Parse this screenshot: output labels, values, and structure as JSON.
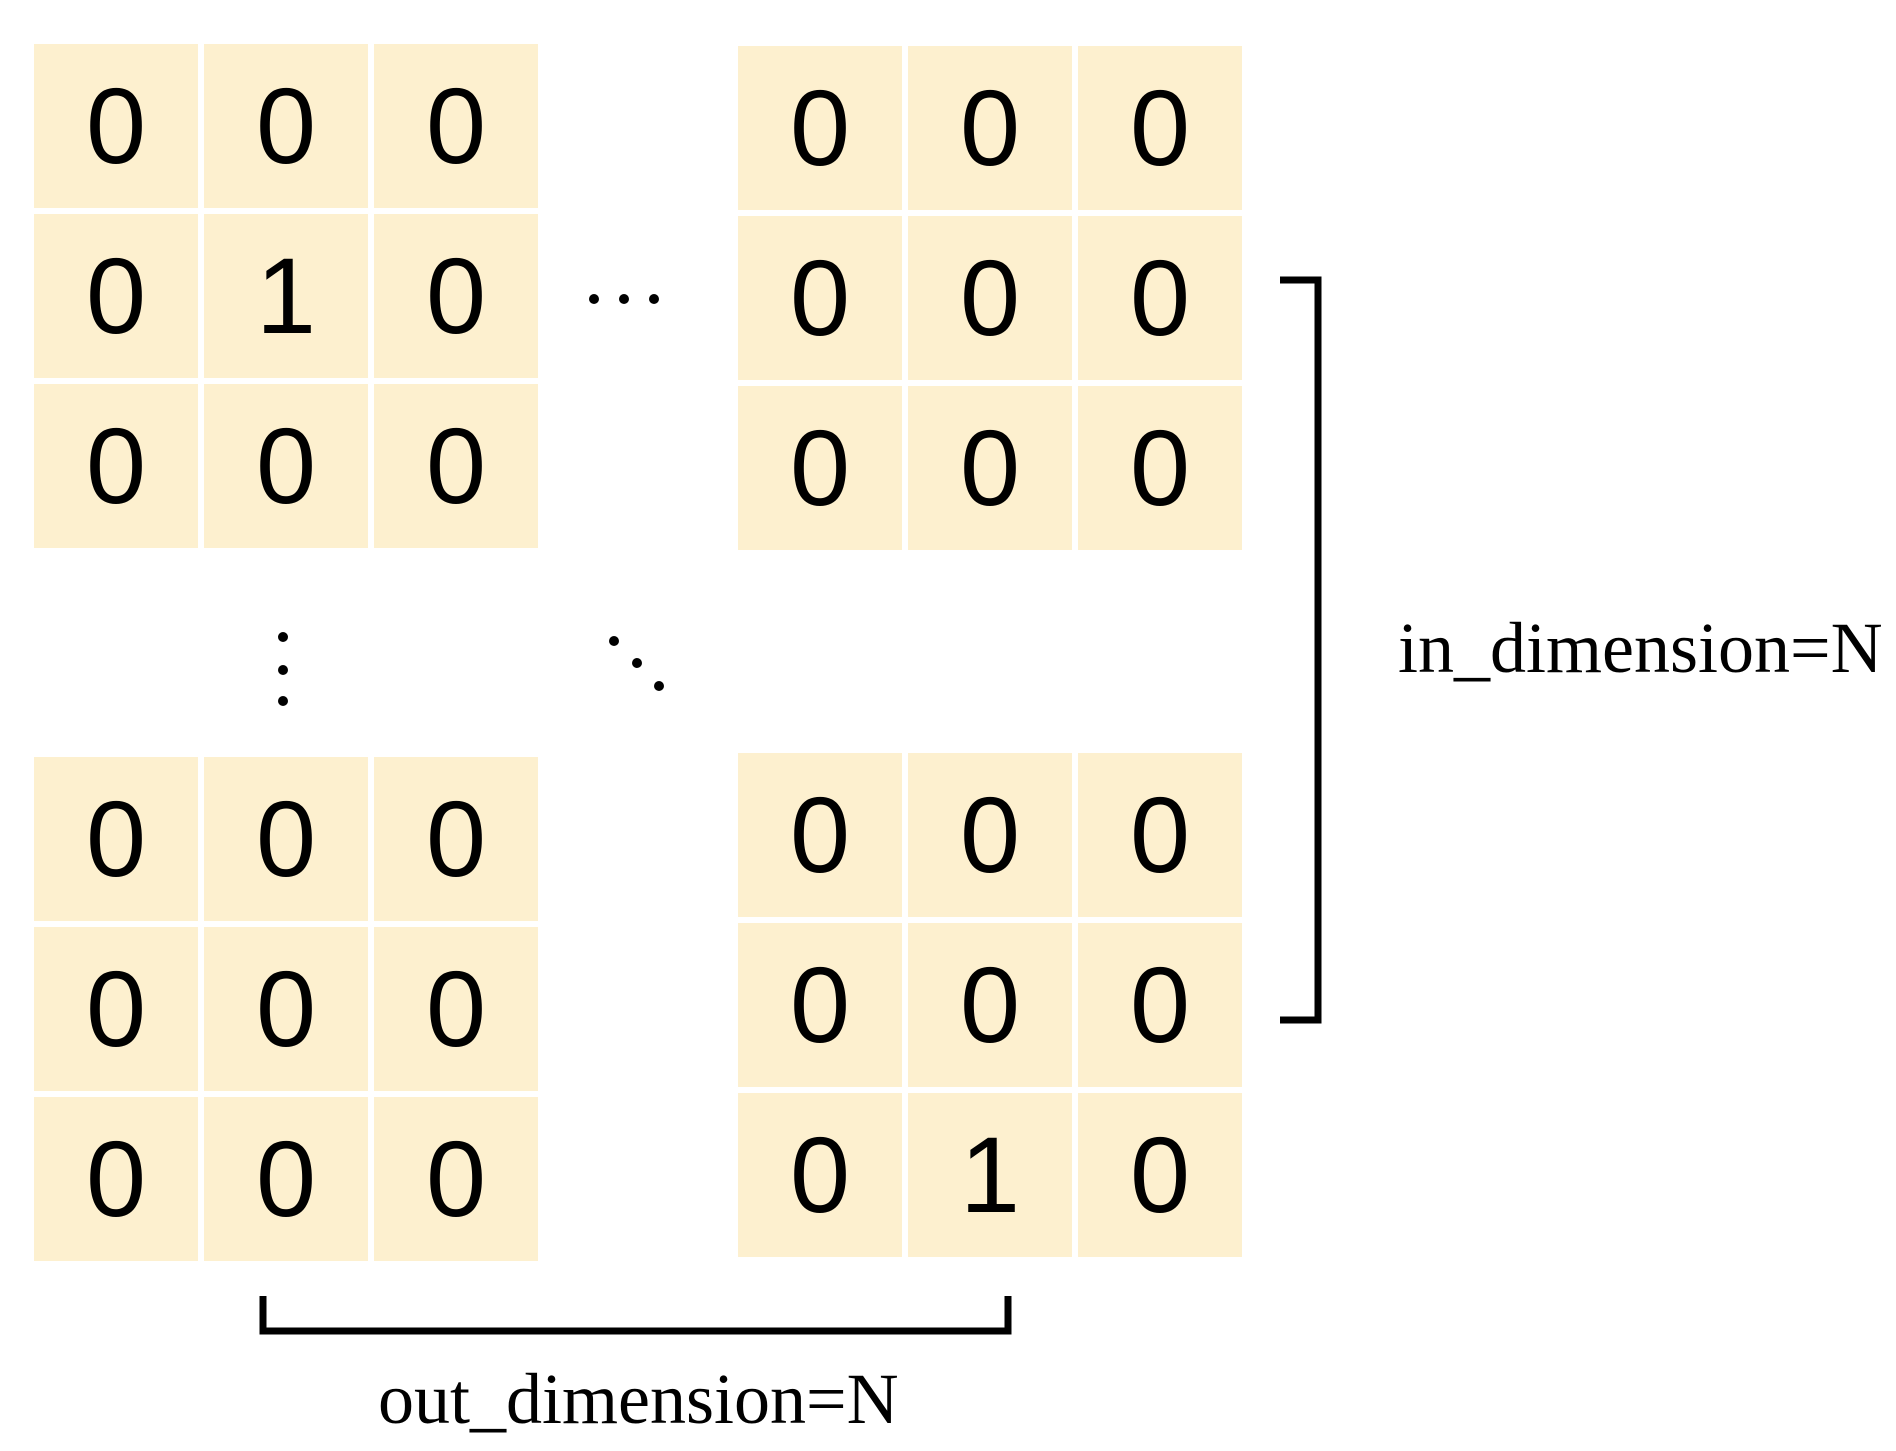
{
  "matrices": {
    "top_left": {
      "cells": [
        "0",
        "0",
        "0",
        "0",
        "1",
        "0",
        "0",
        "0",
        "0"
      ]
    },
    "top_right": {
      "cells": [
        "0",
        "0",
        "0",
        "0",
        "0",
        "0",
        "0",
        "0",
        "0"
      ]
    },
    "bottom_left": {
      "cells": [
        "0",
        "0",
        "0",
        "0",
        "0",
        "0",
        "0",
        "0",
        "0"
      ]
    },
    "bottom_right": {
      "cells": [
        "0",
        "0",
        "0",
        "0",
        "0",
        "0",
        "0",
        "1",
        "0"
      ]
    }
  },
  "labels": {
    "in_dimension": "in_dimension=N",
    "out_dimension": "out_dimension=N"
  },
  "colors": {
    "cell_fill": "#fdf0cf",
    "ink": "#000000"
  }
}
